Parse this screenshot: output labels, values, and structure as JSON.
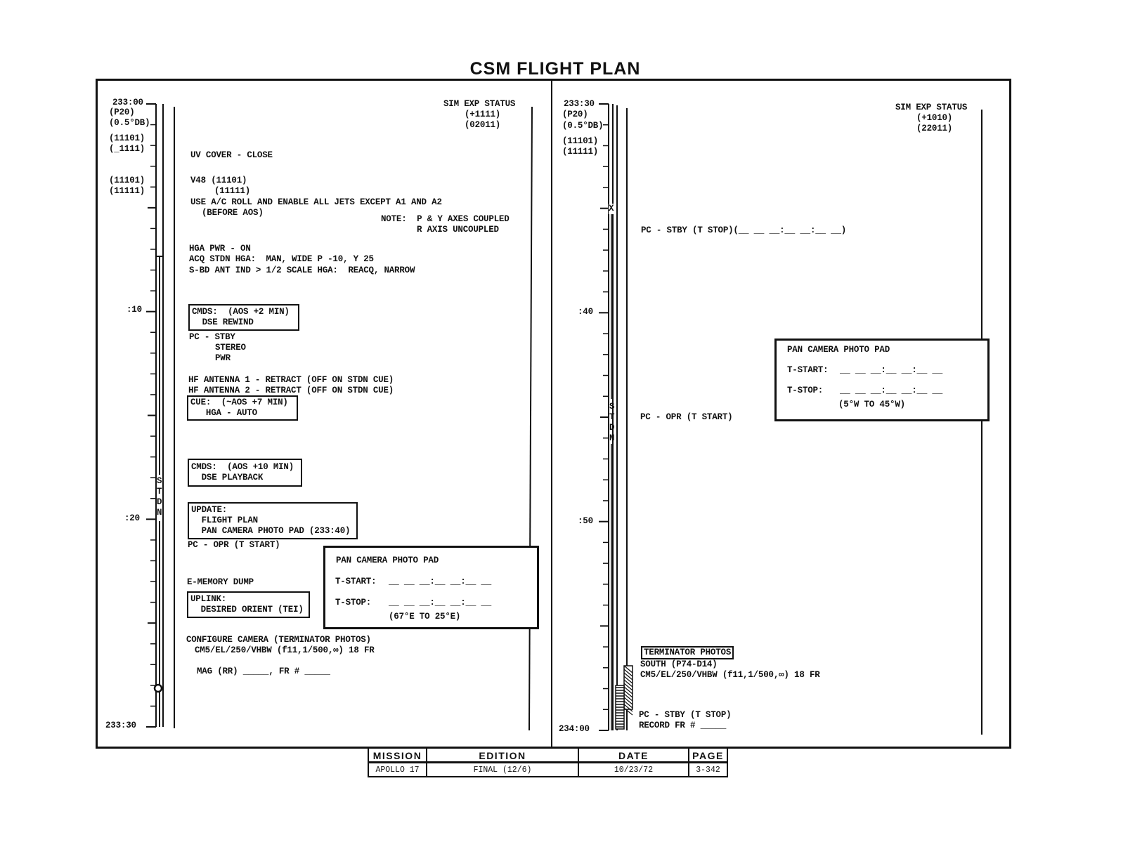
{
  "title": "CSM FLIGHT PLAN",
  "left": {
    "times": {
      "start": "233:00",
      "t10": ":10",
      "t20": ":20",
      "end": "233:30"
    },
    "margin": {
      "p20": "(P20)",
      "db": "(0.5°DB)",
      "a1": "(11101)",
      "a2": "(_1111)",
      "b1": "(11101)",
      "b2": "(11111)"
    },
    "stdn": [
      "S",
      "T",
      "D",
      "N"
    ],
    "sim": {
      "label": "SIM EXP STATUS",
      "v1": "(+1111)",
      "v2": "(02011)"
    },
    "lines": {
      "uv": "UV COVER - CLOSE",
      "v48": "V48 (11101)",
      "v48b": "(11111)",
      "use": "USE A/C ROLL AND ENABLE ALL JETS EXCEPT A1 AND A2",
      "before": "(BEFORE AOS)",
      "note1": "NOTE:  P & Y AXES COUPLED",
      "note2": "R AXIS UNCOUPLED",
      "hga": "HGA PWR - ON",
      "acq": "ACQ STDN HGA:  MAN, WIDE P -10, Y 25",
      "sbd": "S-BD ANT IND > 1/2 SCALE HGA:  REACQ, NARROW",
      "pc1": "PC - STBY",
      "pc2": "STEREO",
      "pc3": "PWR",
      "hf1": "HF ANTENNA 1 - RETRACT (OFF ON STDN CUE)",
      "hf2": "HF ANTENNA 2 - RETRACT (OFF ON STDN CUE)",
      "pcopr": "PC - OPR (T START)",
      "ememory": "E-MEMORY DUMP",
      "config": "CONFIGURE CAMERA (TERMINATOR PHOTOS)",
      "cm5": "CM5/EL/250/VHBW (f11,1/500,∞) 18 FR",
      "mag": "MAG (RR) _____, FR # _____"
    },
    "boxes": {
      "cmds1": "CMDS:  (AOS +2 MIN)\n  DSE REWIND",
      "cue": "CUE:  (~AOS +7 MIN)\n   HGA - AUTO",
      "cmds2": "CMDS:  (AOS +10 MIN)\n  DSE PLAYBACK",
      "update": "UPDATE:\n  FLIGHT PLAN\n  PAN CAMERA PHOTO PAD (233:40)",
      "uplink": "UPLINK:\n  DESIRED ORIENT (TEI)"
    },
    "pad": {
      "title": "PAN CAMERA PHOTO PAD",
      "start": "T-START:",
      "stop": "T-STOP:",
      "blank": "__ __ __:__ __:__ __",
      "range": "(67°E TO 25°E)"
    }
  },
  "right": {
    "times": {
      "start": "233:30",
      "t40": ":40",
      "t50": ":50",
      "end": "234:00"
    },
    "margin": {
      "p20": "(P20)",
      "db": "(0.5°DB)",
      "a1": "(11101)",
      "a2": "(11111)"
    },
    "stdn": [
      "S",
      "T",
      "D",
      "N"
    ],
    "x_mark": "X",
    "sim": {
      "label": "SIM EXP STATUS",
      "v1": "(+1010)",
      "v2": "(22011)"
    },
    "lines": {
      "pcstby": "PC - STBY (T STOP)(__ __ __:__ __:__ __)",
      "pcopr": "PC - OPR (T START)",
      "terminator": "TERMINATOR PHOTOS",
      "south": "SOUTH (P74-D14)",
      "cm5": "CM5/EL/250/VHBW (f11,1/500,∞) 18 FR",
      "pcstop": "PC - STBY (T STOP)",
      "record": "RECORD FR # _____"
    },
    "pad": {
      "title": "PAN CAMERA PHOTO PAD",
      "start": "T-START:",
      "stop": "T-STOP:",
      "blank": "__ __ __:__ __:__ __",
      "range": "(5°W TO 45°W)"
    }
  },
  "footer": {
    "mission_label": "MISSION",
    "mission": "APOLLO 17",
    "edition_label": "EDITION",
    "edition": "FINAL (12/6)",
    "date_label": "DATE",
    "date": "10/23/72",
    "page_label": "PAGE",
    "page": "3-342"
  }
}
